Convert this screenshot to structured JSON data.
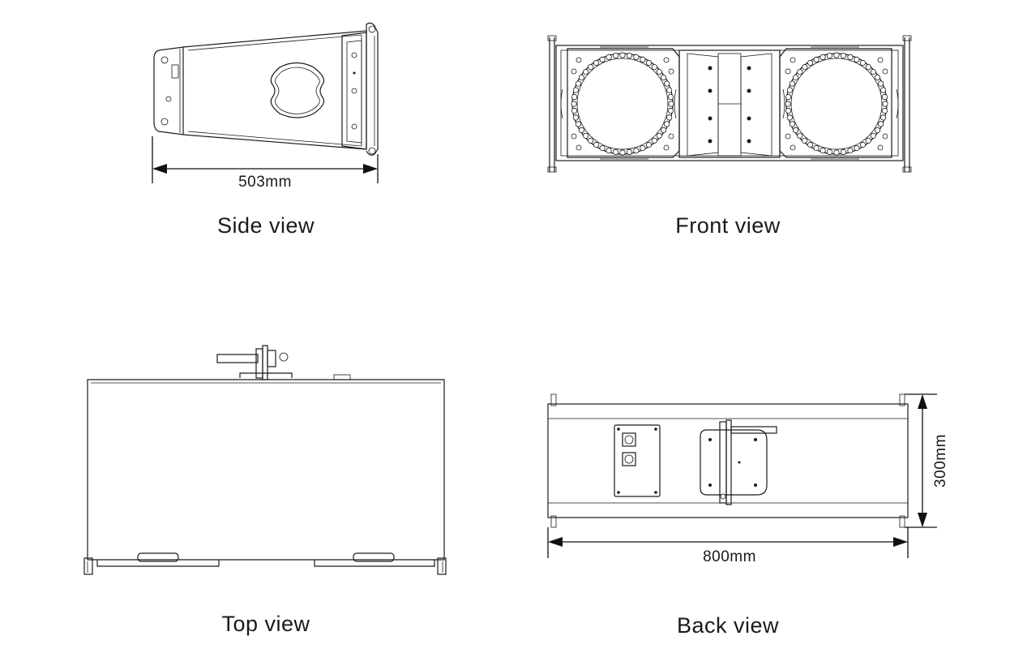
{
  "views": {
    "side": {
      "title": "Side view",
      "dimension": "503mm"
    },
    "front": {
      "title": "Front view"
    },
    "top": {
      "title": "Top view"
    },
    "back": {
      "title": "Back view",
      "width_dimension": "800mm",
      "height_dimension": "300mm"
    }
  }
}
